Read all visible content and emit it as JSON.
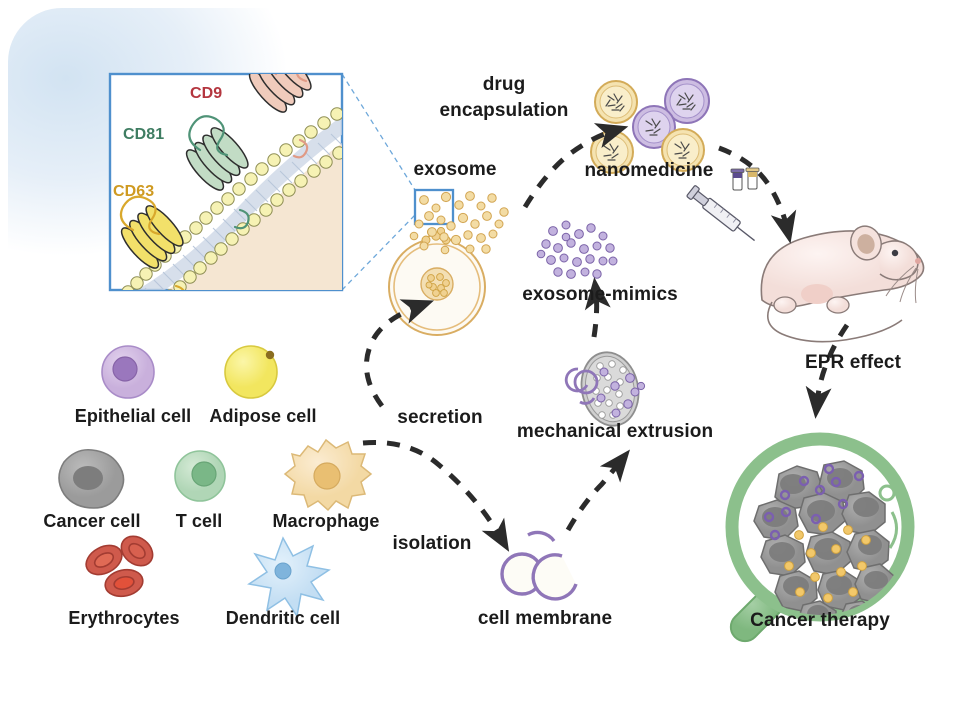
{
  "figure": {
    "type": "scientific-schematic",
    "subject": "Exosome and cell-membrane derived nanomedicine workflow for cancer therapy"
  },
  "inset": {
    "name": "exosome-membrane-inset",
    "markers": [
      {
        "id": "cd9",
        "label": "CD9",
        "color": "#b4363f"
      },
      {
        "id": "cd81",
        "label": "CD81",
        "color": "#3f7d62"
      },
      {
        "id": "cd63",
        "label": "CD63",
        "color": "#cf9a21"
      }
    ]
  },
  "process_labels": {
    "drug_encapsulation": "drug\nencapsulation",
    "drug_encapsulation_line1": "drug",
    "drug_encapsulation_line2": "encapsulation",
    "exosome": "exosome",
    "nanomedicine": "nanomedicine",
    "exosome_mimics": "exosome-mimics",
    "mechanical_extrusion": "mechanical extrusion",
    "cell_membrane": "cell membrane",
    "secretion": "secretion",
    "isolation": "isolation",
    "epr_effect": "EPR effect",
    "cancer_therapy": "Cancer therapy"
  },
  "cell_legend": {
    "name": "source-cell-legend",
    "rows": [
      [
        {
          "id": "epithelial-cell",
          "label": "Epithelial cell",
          "fill": "#d2bde0",
          "nucleus": "#9a77bd",
          "shape": "round"
        },
        {
          "id": "adipose-cell",
          "label": "Adipose cell",
          "fill": "#f6ec72",
          "nucleus": "#8a6d20",
          "shape": "lipid"
        }
      ],
      [
        {
          "id": "cancer-cell",
          "label": "Cancer cell",
          "fill": "#a8a8a8",
          "nucleus": "#7d7d7d",
          "shape": "blob"
        },
        {
          "id": "t-cell",
          "label": "T cell",
          "fill": "#bcdcc0",
          "nucleus": "#7ab787",
          "shape": "round"
        },
        {
          "id": "macrophage",
          "label": "Macrophage",
          "fill": "#f6dcae",
          "nucleus": "#e0b366",
          "shape": "star"
        }
      ],
      [
        {
          "id": "erythrocytes",
          "label": "Erythrocytes",
          "fill": "#d4564a",
          "nucleus": "#b8453c",
          "shape": "rbc"
        },
        {
          "id": "dendritic-cell",
          "label": "Dendritic cell",
          "fill": "#cfe6f7",
          "nucleus": "#7fb4dc",
          "shape": "dendrite"
        }
      ]
    ]
  },
  "nanomedicine_particles": [
    {
      "color": "#f3e0a8",
      "stroke": "#cfa94e"
    },
    {
      "color": "#cbbbe0",
      "stroke": "#8f76b8"
    },
    {
      "color": "#cbbbe0",
      "stroke": "#8f76b8"
    },
    {
      "color": "#f3e0a8",
      "stroke": "#cfa94e"
    },
    {
      "color": "#f3e0a8",
      "stroke": "#cfa94e"
    }
  ],
  "colors": {
    "exosome_gold": "#e0b463",
    "membrane_purple": "#8f76b8",
    "tumor_gray": "#9c9c9c",
    "lens_green": "#8cc08c",
    "inset_border": "#4f90cd",
    "arrow_dark": "#2b2b2b",
    "mouse_body": "#f7e7e4"
  },
  "tumor": {
    "name": "tumor-spheroid",
    "purple_dots": 11,
    "gold_dots": 13,
    "cell_count": 15
  }
}
